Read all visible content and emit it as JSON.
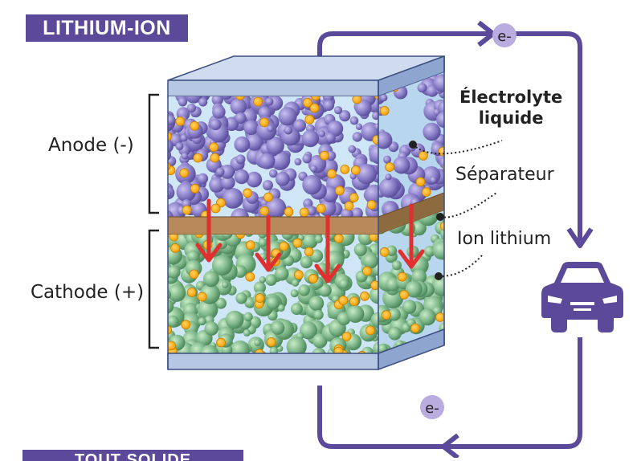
{
  "title": "LITHIUM-ION",
  "bottom_title": "TOUT SOLIDE",
  "labels": {
    "anode": "Anode (-)",
    "cathode": "Cathode (+)",
    "electrolyte_line1": "Électrolyte",
    "electrolyte_line2": "liquide",
    "separator": "Séparateur",
    "ion": "Ion lithium"
  },
  "electron_top": "e-",
  "electron_bottom": "e-",
  "colors": {
    "banner": "#5b4a9a",
    "circuit": "#5b4a9a",
    "anode_particle": "#8a7fc8",
    "cathode_particle": "#7fb88a",
    "ion": "#f5a800",
    "separator": "#a67c4a",
    "arrow": "#e03030",
    "plate": "#b5c7e3"
  }
}
